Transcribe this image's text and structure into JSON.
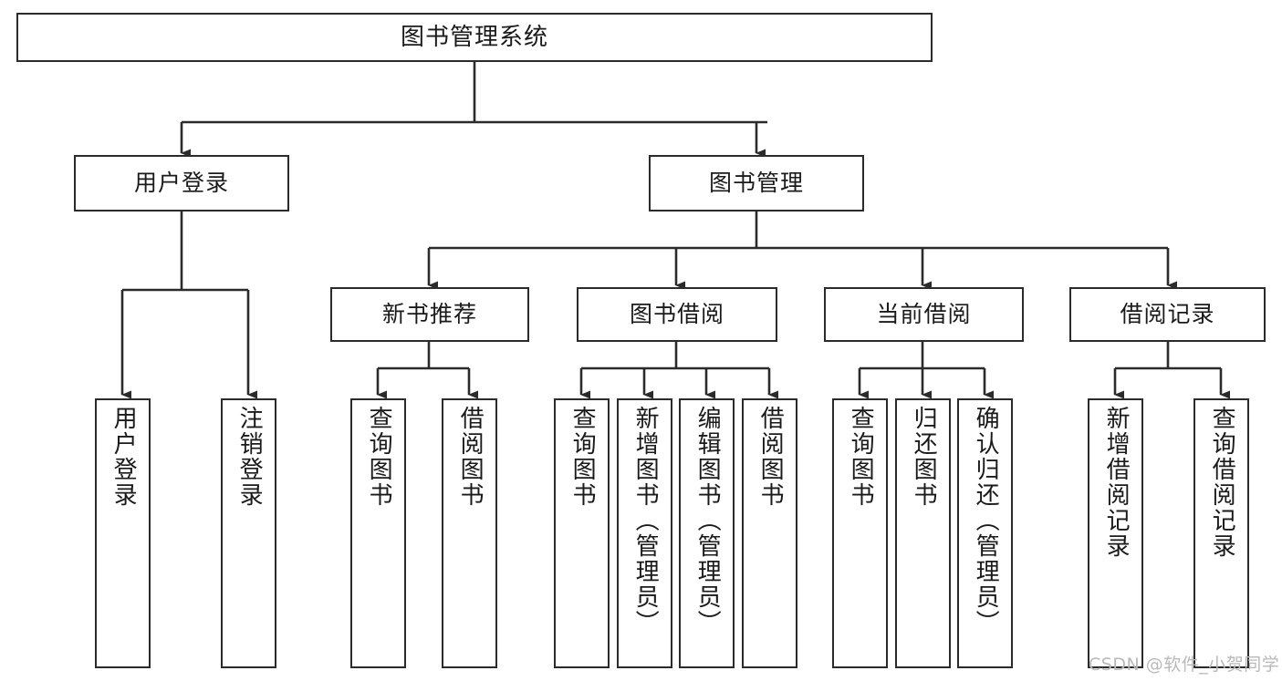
{
  "diagram": {
    "title": "图书管理系统",
    "type": "function-structure-tree",
    "watermark": "CSDN @软件_小贺同学",
    "colors": {
      "background": "#ffffff",
      "node_border": "#2b2b2b",
      "node_fill": "#ffffff",
      "edge": "#2b2b2b",
      "text": "#1a1a1a",
      "watermark": "#b9b9b9"
    }
  },
  "nodes": {
    "root": {
      "label": "图书管理系统",
      "level": 1
    },
    "level2": [
      {
        "id": "user-login",
        "label": "用户登录"
      },
      {
        "id": "book-management",
        "label": "图书管理"
      }
    ],
    "level3": [
      {
        "id": "new-book-recommend",
        "label": "新书推荐",
        "parent": "book-management"
      },
      {
        "id": "book-borrow",
        "label": "图书借阅",
        "parent": "book-management"
      },
      {
        "id": "current-borrow",
        "label": "当前借阅",
        "parent": "book-management"
      },
      {
        "id": "borrow-record",
        "label": "借阅记录",
        "parent": "book-management"
      }
    ],
    "leaves": {
      "user-login": [
        {
          "id": "leaf-user-login",
          "label": "用户登录"
        },
        {
          "id": "leaf-logout",
          "label": "注销登录"
        }
      ],
      "new-book-recommend": [
        {
          "id": "leaf-query-book-1",
          "label": "查询图书"
        },
        {
          "id": "leaf-borrow-book-1",
          "label": "借阅图书"
        }
      ],
      "book-borrow": [
        {
          "id": "leaf-query-book-2",
          "label": "查询图书"
        },
        {
          "id": "leaf-add-book",
          "label": "新增图书（管理员）"
        },
        {
          "id": "leaf-edit-book",
          "label": "编辑图书（管理员）"
        },
        {
          "id": "leaf-borrow-book-2",
          "label": "借阅图书"
        }
      ],
      "current-borrow": [
        {
          "id": "leaf-query-book-3",
          "label": "查询图书"
        },
        {
          "id": "leaf-return-book",
          "label": "归还图书"
        },
        {
          "id": "leaf-confirm-return",
          "label": "确认归还（管理员）"
        }
      ],
      "borrow-record": [
        {
          "id": "leaf-add-record",
          "label": "新增借阅记录"
        },
        {
          "id": "leaf-query-record",
          "label": "查询借阅记录"
        }
      ]
    }
  }
}
